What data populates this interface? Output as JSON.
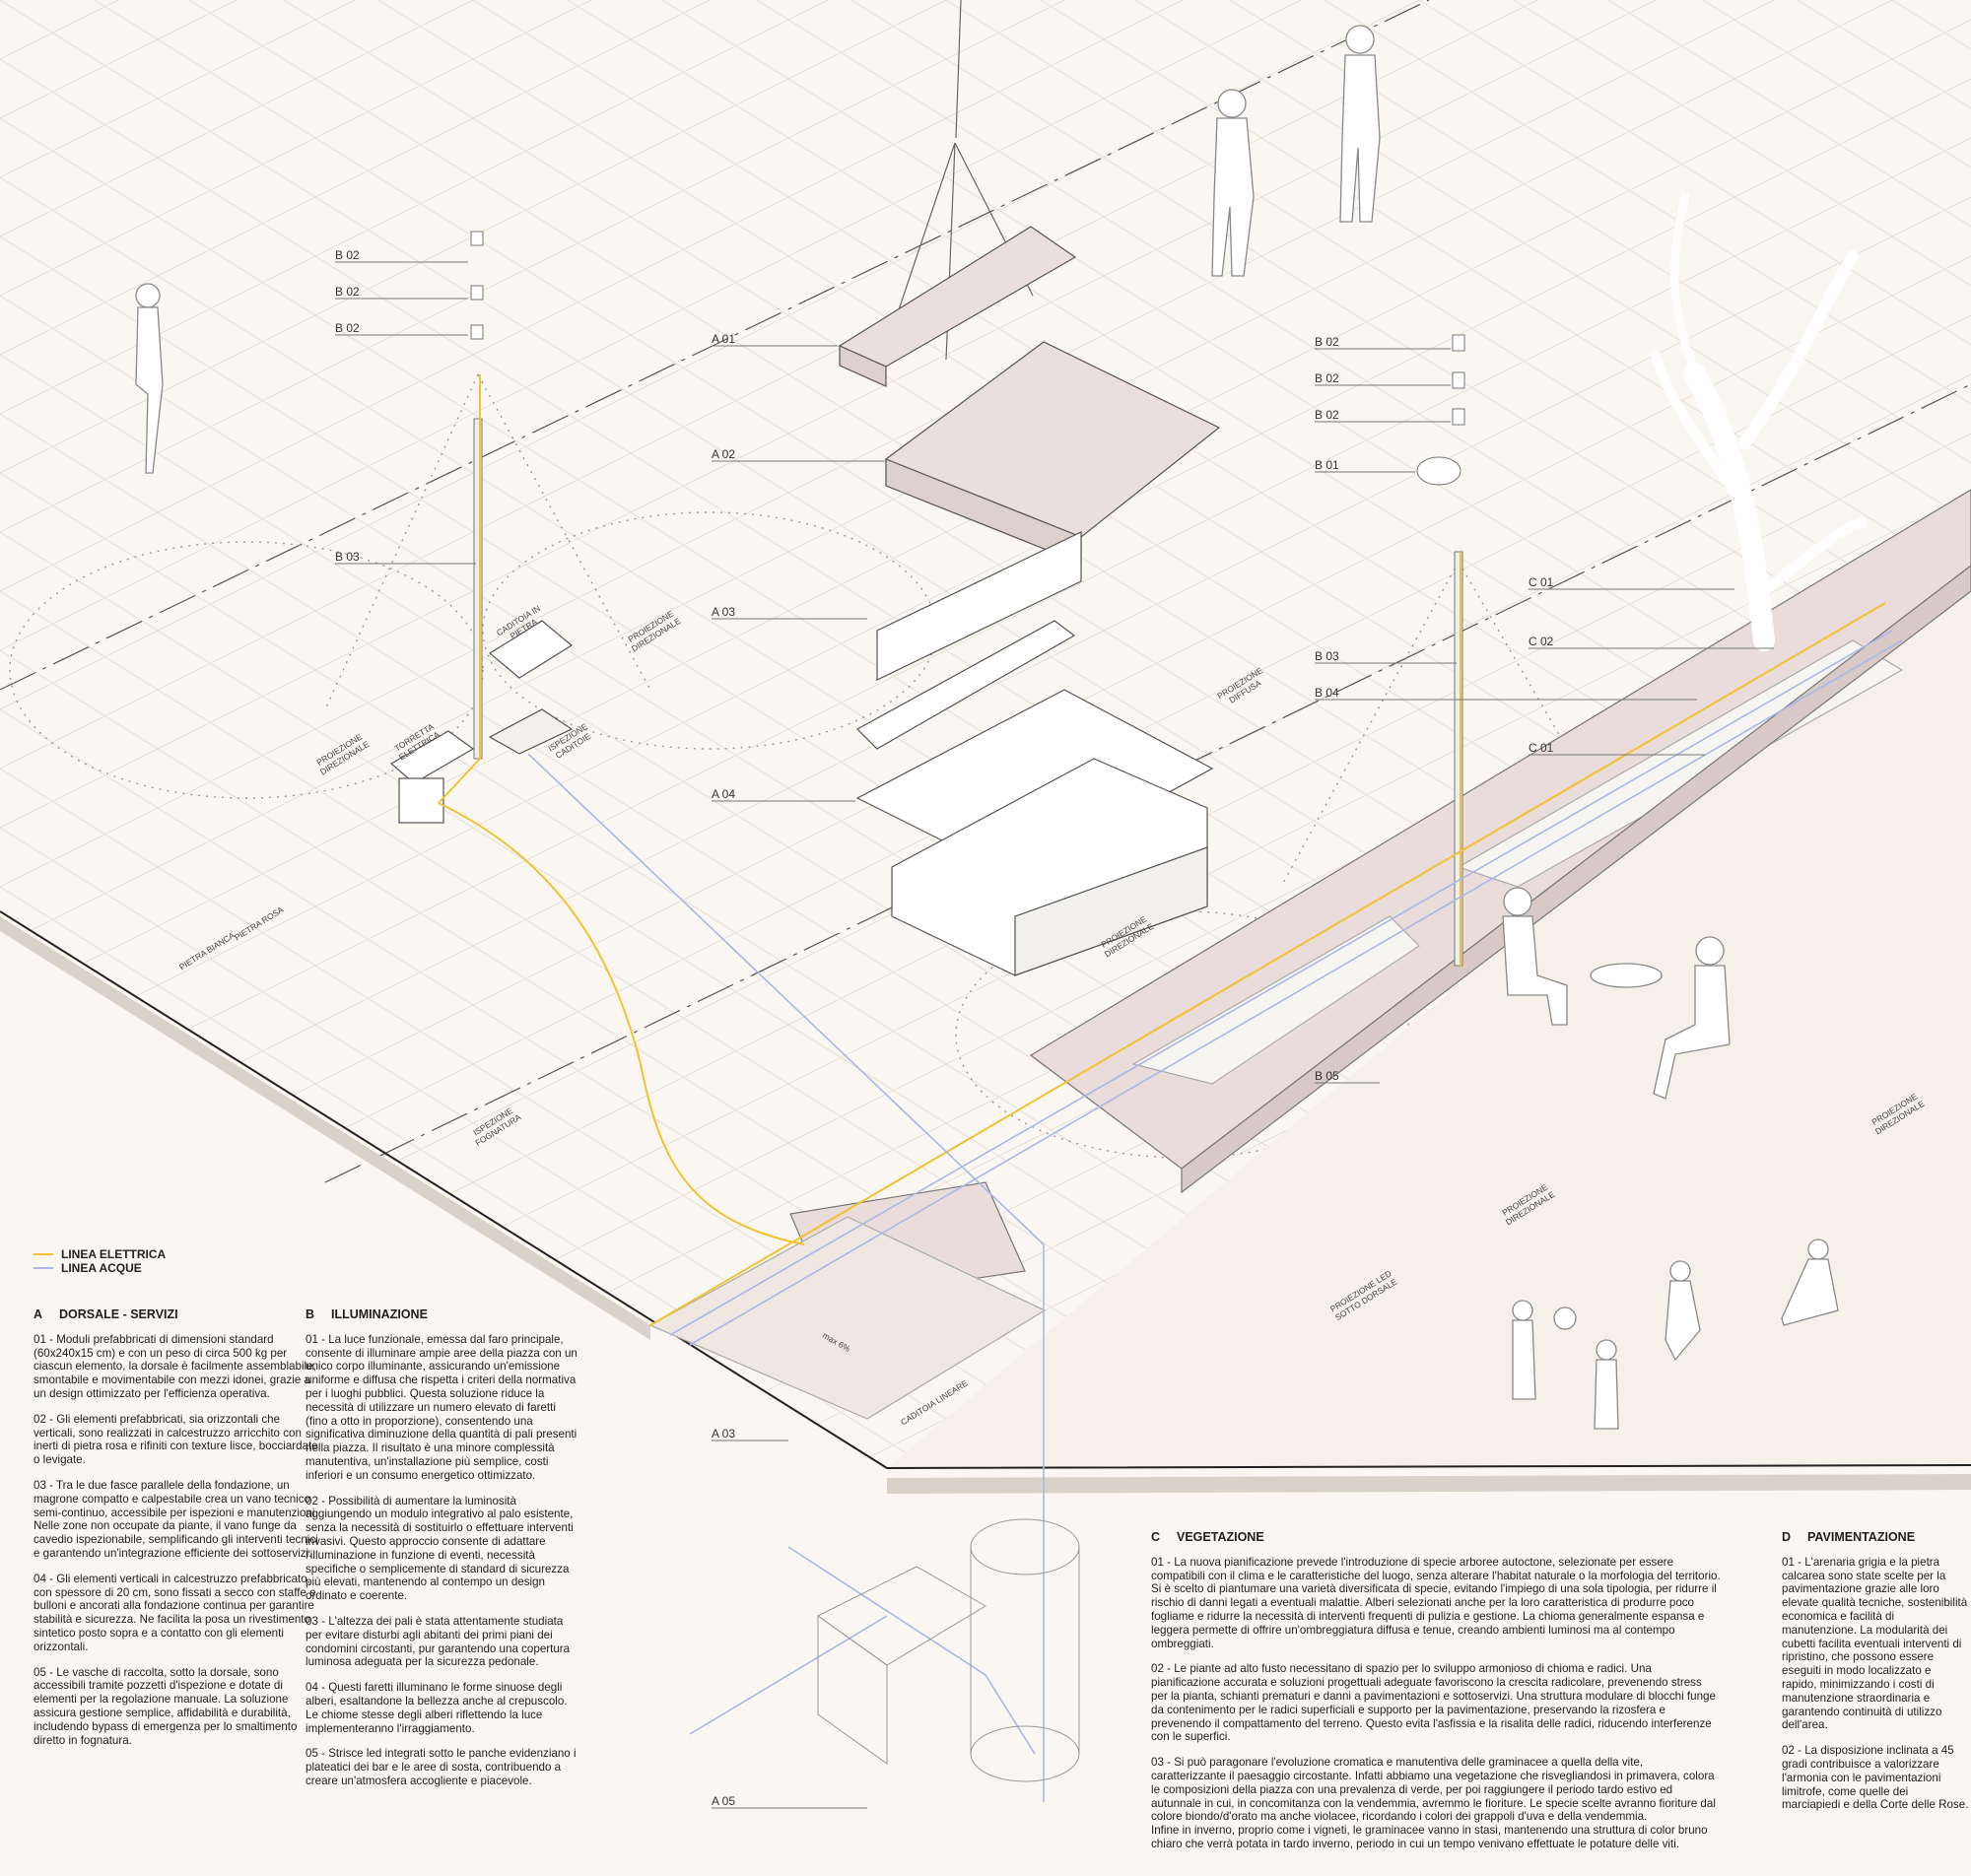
{
  "legend": {
    "items": [
      {
        "label": "LINEA ELETTRICA",
        "color": "#f2c232"
      },
      {
        "label": "LINEA ACQUE",
        "color": "#a9b8e6"
      }
    ]
  },
  "callouts": {
    "a01": "A 01",
    "a02": "A 02",
    "a03_top": "A 03",
    "a04": "A 04",
    "a03_bottom": "A 03",
    "a05": "A 05",
    "b02_l1": "B 02",
    "b02_l2": "B 02",
    "b02_l3": "B 02",
    "b03_l": "B 03",
    "b02_r1": "B 02",
    "b02_r2": "B 02",
    "b02_r3": "B 02",
    "b01": "B 01",
    "b03_r": "B 03",
    "b04": "B 04",
    "b05": "B 05",
    "c01_top": "C 01",
    "c02": "C 02",
    "c01_bottom": "C 01"
  },
  "labels": {
    "proiezione_direzionale": "PROIEZIONE DIREZIONALE",
    "proiezione_diffusa": "PROIEZIONE DIFFUSA",
    "caditoia_pietra": "CADITOIA IN PIETRA",
    "torretta": "TORRETTA ELETTRICA",
    "ispezione_caditoie": "ISPEZIONE CADITOIE",
    "pietra_bianca": "PIETRA BIANCA",
    "pietra_rosa": "PIETRA ROSA",
    "ispezione_fognatura": "ISPEZIONE FOGNATURA",
    "pendenza": "max 6%",
    "caditoia_lineare": "CADITOIA LINEARE",
    "proiezione_led": "PROIEZIONE LED SOTTO DORSALE"
  },
  "colors": {
    "background": "#faf7f2",
    "electric": "#f2c232",
    "water": "#a9b8e6",
    "dorsale": "#e9dcda",
    "line": "#555555"
  },
  "sections": {
    "a": {
      "letter": "A",
      "title": "DORSALE - SERVIZI",
      "paragraphs": [
        "01 - Moduli prefabbricati di dimensioni standard (60x240x15 cm) e con un peso di circa 500 kg per ciascun elemento, la dorsale è facilmente assemblabile, smontabile e movimentabile con mezzi idonei, grazie a un design ottimizzato per l'efficienza operativa.",
        "02 - Gli elementi prefabbricati, sia orizzontali che verticali, sono realizzati in calcestruzzo arricchito con inerti di pietra rosa e rifiniti con texture lisce, bocciardate o levigate.",
        "03 - Tra le due fasce parallele della fondazione, un magrone compatto e calpestabile crea un vano tecnico semi-continuo, accessibile per ispezioni e manutenzioni. Nelle zone non occupate da piante, il vano funge da cavedio ispezionabile, semplificando gli interventi tecnici e garantendo un'integrazione efficiente dei sottoservizi.",
        "04 - Gli elementi verticali in calcestruzzo prefabbricato, con spessore di 20 cm, sono fissati a secco con staffe e bulloni e ancorati alla fondazione continua per garantire stabilità e sicurezza. Ne facilita la posa un rivestimento sintetico posto sopra e a contatto con gli elementi orizzontali.",
        "05 - Le vasche di raccolta, sotto la dorsale, sono accessibili tramite pozzetti d'ispezione e dotate di elementi per la regolazione manuale. La soluzione assicura gestione semplice, affidabilità e durabilità, includendo bypass di emergenza per lo smaltimento diretto in fognatura."
      ]
    },
    "b": {
      "letter": "B",
      "title": "ILLUMINAZIONE",
      "paragraphs": [
        "01 -  La luce funzionale, emessa dal faro principale, consente di illuminare ampie aree della piazza con un unico corpo illuminante, assicurando un'emissione uniforme e diffusa che rispetta i criteri della normativa per i luoghi pubblici. Questa soluzione riduce la necessità di utilizzare un numero elevato di faretti (fino a otto in proporzione), consentendo una significativa diminuzione della quantità di pali presenti nella piazza. Il risultato è una minore complessità manutentiva, un'installazione più semplice, costi inferiori e un consumo energetico ottimizzato.",
        "02 - Possibilità di aumentare la luminosità aggiungendo un modulo integrativo al palo esistente, senza la necessità di sostituirlo o effettuare interventi invasivi. Questo approccio consente di adattare l'illuminazione in funzione di eventi, necessità specifiche o semplicemente di standard di sicurezza più elevati, mantenendo al contempo un design ordinato e coerente.",
        "03 - L'altezza dei pali è stata attentamente studiata per evitare disturbi agli abitanti dei primi piani dei condomini circostanti, pur garantendo una copertura luminosa adeguata per la sicurezza pedonale.",
        "04 - Questi faretti illuminano le forme sinuose degli alberi, esaltandone la bellezza anche al crepuscolo. Le chiome stesse degli alberi riflettendo la luce implementeranno l'irraggiamento.",
        "05 - Strisce led integrati sotto le panche evidenziano i plateatici dei bar e le aree di sosta, contribuendo a creare un'atmosfera accogliente e piacevole."
      ]
    },
    "c": {
      "letter": "C",
      "title": "VEGETAZIONE",
      "paragraphs": [
        "01 - La nuova pianificazione prevede l'introduzione di specie arboree autoctone, selezionate per essere compatibili con il clima e le caratteristiche del luogo, senza alterare l'habitat naturale o la morfologia del territorio. Si è scelto di piantumare una varietà diversificata di specie, evitando l'impiego di una sola tipologia, per ridurre il rischio di danni legati a eventuali malattie. Alberi selezionati anche per la loro caratteristica di produrre poco fogliame e ridurre la necessità di interventi frequenti di pulizia e gestione. La chioma generalmente espansa e leggera permette di offrire un'ombreggiatura diffusa e tenue, creando ambienti luminosi ma al contempo ombreggiati.",
        "02 -  Le piante ad alto fusto necessitano di spazio per lo sviluppo armonioso di chioma e radici. Una pianificazione accurata e soluzioni progettuali adeguate favoriscono la crescita radicolare, prevenendo stress per la pianta, schianti prematuri e danni a pavimentazioni e sottoservizi. Una struttura modulare di blocchi funge da contenimento per le radici superficiali e supporto per la pavimentazione, preservando la rizosfera e prevenendo il compattamento del terreno. Questo evita l'asfissia e la risalita delle radici, riducendo interferenze con le superfici.",
        "03 - Si può paragonare l'evoluzione cromatica e manutentiva delle graminacee a quella della vite, caratterizzante il paesaggio circostante. Infatti abbiamo una vegetazione che risvegliandosi in primavera, colora le composizioni della piazza con una prevalenza di verde, per poi raggiungere il periodo tardo estivo ed autunnale in cui, in concomitanza con la vendemmia, avremmo le fioriture. Le specie scelte avranno fioriture dal colore biondo/d'orato ma anche violacee, ricordando i colori dei grappoli d'uva e della vendemmia.\nInfine in inverno, proprio come i vigneti, le graminacee vanno in stasi, mantenendo una struttura di color bruno chiaro che verrà potata in tardo inverno, periodo in cui un tempo venivano effettuate le potature delle viti."
      ]
    },
    "d": {
      "letter": "D",
      "title": "PAVIMENTAZIONE",
      "paragraphs": [
        "01 - L'arenaria grigia e la pietra calcarea sono state scelte per la pavimentazione grazie alle loro elevate qualità tecniche, sostenibilità economica e facilità di manutenzione. La modularità dei cubetti facilita eventuali interventi di ripristino, che possono essere eseguiti in modo localizzato e rapido, minimizzando i costi di manutenzione straordinaria e garantendo continuità di utilizzo dell'area.",
        "02 - La disposizione inclinata a 45 gradi contribuisce a valorizzare l'armonia con le pavimentazioni limitrofe, come quelle dei marciapiedi e della Corte delle Rose."
      ]
    }
  }
}
